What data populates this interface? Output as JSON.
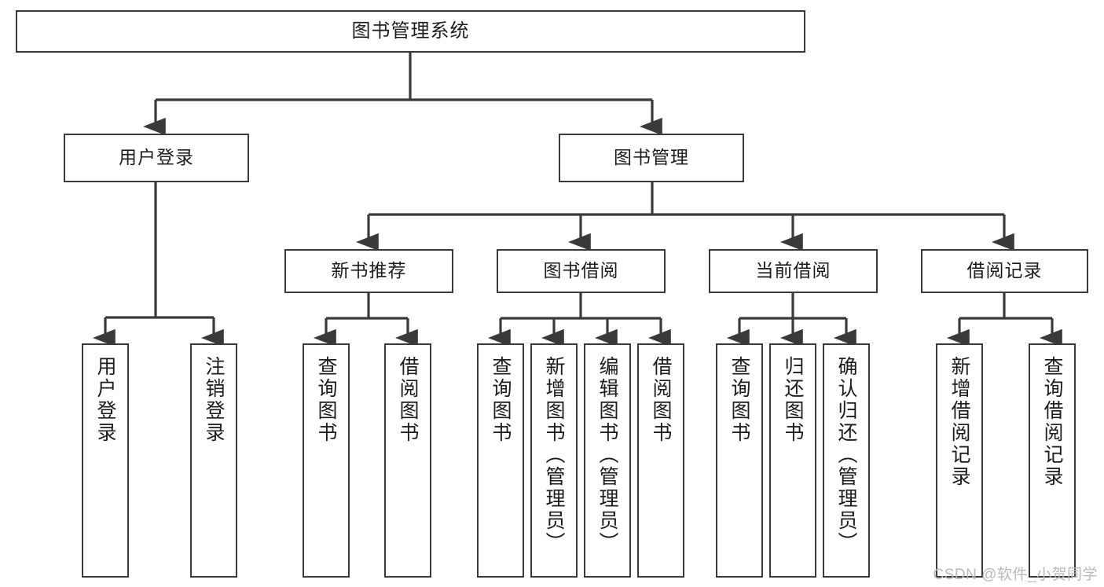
{
  "diagram": {
    "title": "图书管理系统",
    "type": "tree-hierarchy-chart",
    "root": {
      "label": "图书管理系统"
    },
    "level2": [
      {
        "label": "用户登录"
      },
      {
        "label": "图书管理"
      }
    ],
    "level3": [
      {
        "label": "新书推荐"
      },
      {
        "label": "图书借阅"
      },
      {
        "label": "当前借阅"
      },
      {
        "label": "借阅记录"
      }
    ],
    "leaves": {
      "user_login": [
        {
          "label": "用户登录"
        },
        {
          "label": "注销登录"
        }
      ],
      "new_book_recommend": [
        {
          "label": "查询图书"
        },
        {
          "label": "借阅图书"
        }
      ],
      "book_borrow": [
        {
          "label": "查询图书"
        },
        {
          "label": "新增图书（管理员）"
        },
        {
          "label": "编辑图书（管理员）"
        },
        {
          "label": "借阅图书"
        }
      ],
      "current_borrow": [
        {
          "label": "查询图书"
        },
        {
          "label": "归还图书"
        },
        {
          "label": "确认归还（管理员）"
        }
      ],
      "borrow_record": [
        {
          "label": "新增借阅记录"
        },
        {
          "label": "查询借阅记录"
        }
      ]
    }
  },
  "watermark": {
    "text": "CSDN @软件_小贺同学"
  },
  "colors": {
    "stroke": "#3a3a3a",
    "text": "#1c1c1c",
    "background": "#ffffff",
    "watermark": "#b9b9b9"
  }
}
